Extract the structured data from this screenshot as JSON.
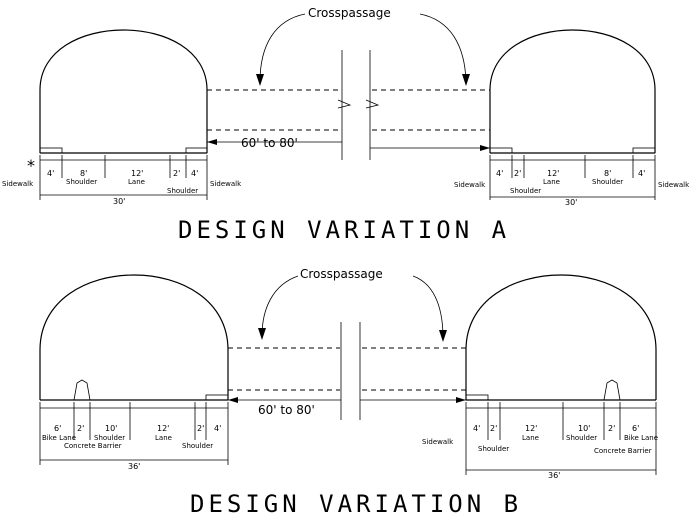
{
  "variation_a": {
    "crosspassage_label": "Crosspassage",
    "span_label": "60' to 80'",
    "caption": "DESIGN VARIATION A",
    "left": {
      "dims": [
        "4'",
        "8'",
        "12'",
        "2'",
        "4'"
      ],
      "labels": [
        "Sidewalk",
        "Shoulder",
        "Lane",
        "Shoulder",
        "Sidewalk"
      ],
      "width": "30'"
    },
    "right": {
      "dims": [
        "4'",
        "2'",
        "12'",
        "8'",
        "4'"
      ],
      "labels": [
        "Sidewalk",
        "Shoulder",
        "Lane",
        "Shoulder",
        "Sidewalk"
      ],
      "width": "30'"
    }
  },
  "variation_b": {
    "crosspassage_label": "Crosspassage",
    "span_label": "60' to 80'",
    "caption": "DESIGN VARIATION B",
    "left": {
      "dims": [
        "6'",
        "2'",
        "10'",
        "12'",
        "2'",
        "4'"
      ],
      "labels": [
        "Bike Lane",
        "Concrete Barrier",
        "Shoulder",
        "Lane",
        "Shoulder"
      ],
      "width": "36'"
    },
    "right": {
      "dims": [
        "4'",
        "2'",
        "12'",
        "10'",
        "2'",
        "6'"
      ],
      "labels": [
        "Sidewalk",
        "Shoulder",
        "Lane",
        "Shoulder",
        "Concrete Barrier",
        "Bike Lane"
      ],
      "width": "36'"
    }
  }
}
